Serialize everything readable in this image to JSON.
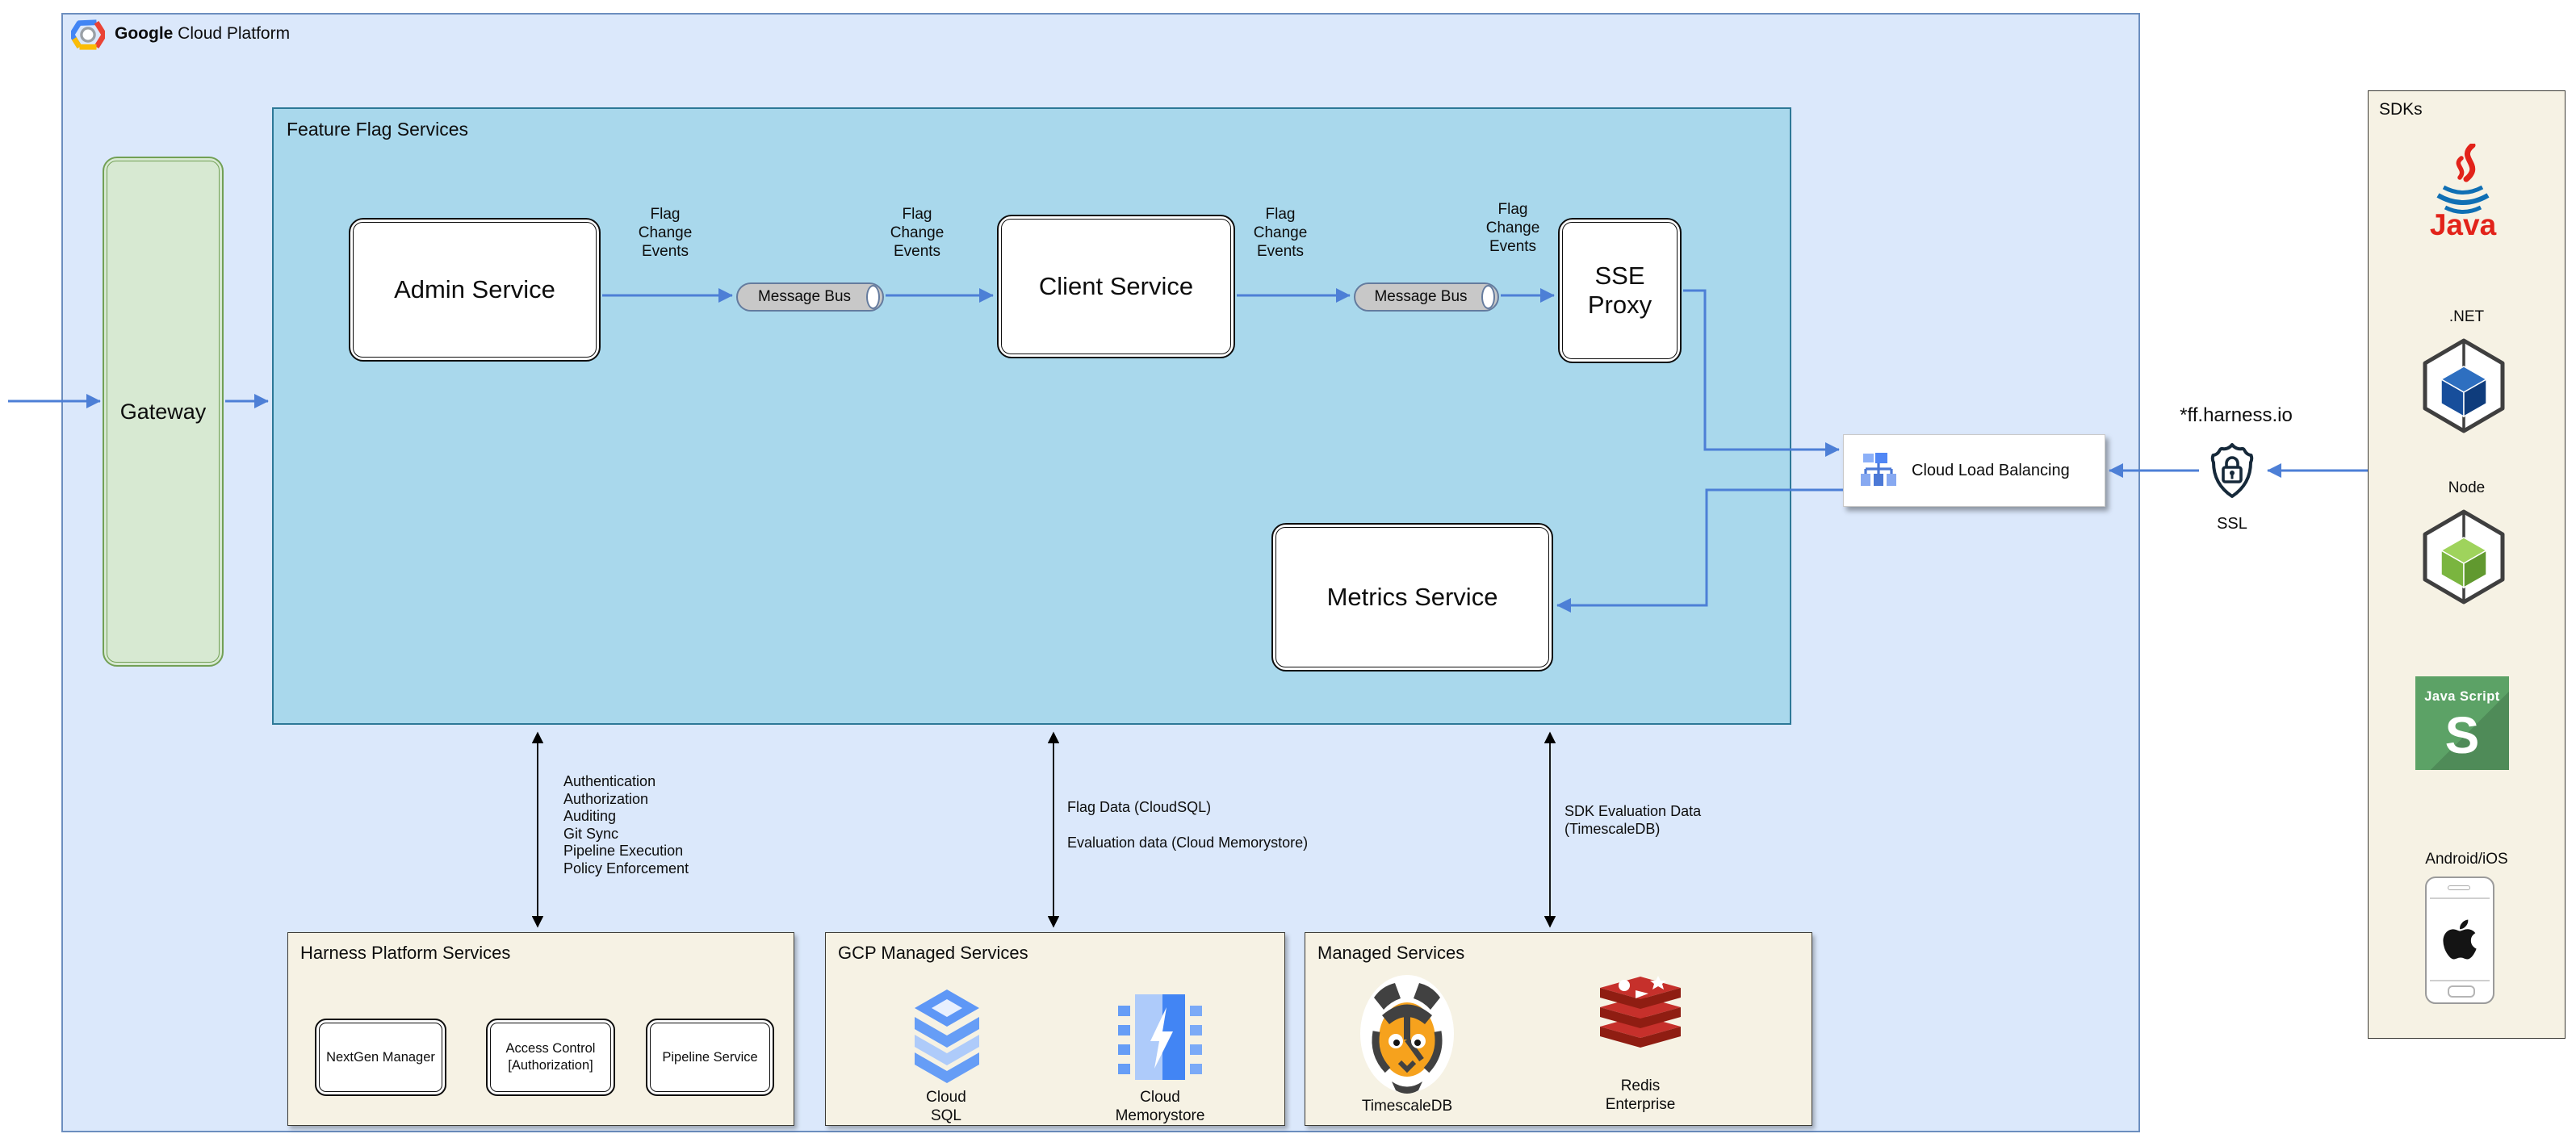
{
  "colors": {
    "outer_fill": "#dbe8fb",
    "outer_border": "#6c8ebf",
    "feature_flag_fill": "#a9d8ec",
    "feature_flag_border": "#2d7897",
    "gateway_fill": "#d7e9d2",
    "gateway_border": "#72a055",
    "cream_fill": "#f6f2e4",
    "arrow_blue": "#4d7fd6",
    "arrow_black": "#000000",
    "bus_fill": "#c8c8c8",
    "bus_border": "#647b9e",
    "js_green": "#5ca266",
    "java_red": "#e2231a",
    "gcp_blue": "#4285f4"
  },
  "header": {
    "brand_bold": "Google",
    "brand_rest": " Cloud Platform"
  },
  "feature_flag_services": {
    "title": "Feature Flag Services",
    "nodes": {
      "gateway": "Gateway",
      "admin": "Admin Service",
      "client": "Client Service",
      "sse": "SSE Proxy",
      "metrics": "Metrics Service",
      "bus1": "Message Bus",
      "bus2": "Message Bus"
    },
    "edge_label": "Flag\nChange\nEvents"
  },
  "load_balancing": {
    "label": "Cloud Load Balancing"
  },
  "ingress": {
    "domain": "*ff.harness.io",
    "ssl_label": "SSL"
  },
  "sdks": {
    "title": "SDKs",
    "java_text": "Java",
    "dotnet_label": ".NET",
    "node_label": "Node",
    "js_text": "Java Script",
    "js_letter": "S",
    "mobile_label": "Android/iOS"
  },
  "harness_platform": {
    "title": "Harness Platform Services",
    "items": [
      "NextGen Manager",
      "Access Control [Authorization]",
      "Pipeline Service"
    ]
  },
  "gcp_managed": {
    "title": "GCP Managed Services",
    "cloud_sql": "Cloud\nSQL",
    "memorystore": "Cloud\nMemorystore"
  },
  "managed": {
    "title": "Managed Services",
    "timescaledb": "TimescaleDB",
    "redis": "Redis\nEnterprise"
  },
  "data_flows": {
    "platform_functions": "Authentication\nAuthorization\nAuditing\nGit Sync\nPipeline Execution\nPolicy Enforcement",
    "flag_data": "Flag Data (CloudSQL)",
    "evaluation_data": "Evaluation data (Cloud Memorystore)",
    "sdk_evaluation": "SDK Evaluation Data\n(TimescaleDB)"
  }
}
